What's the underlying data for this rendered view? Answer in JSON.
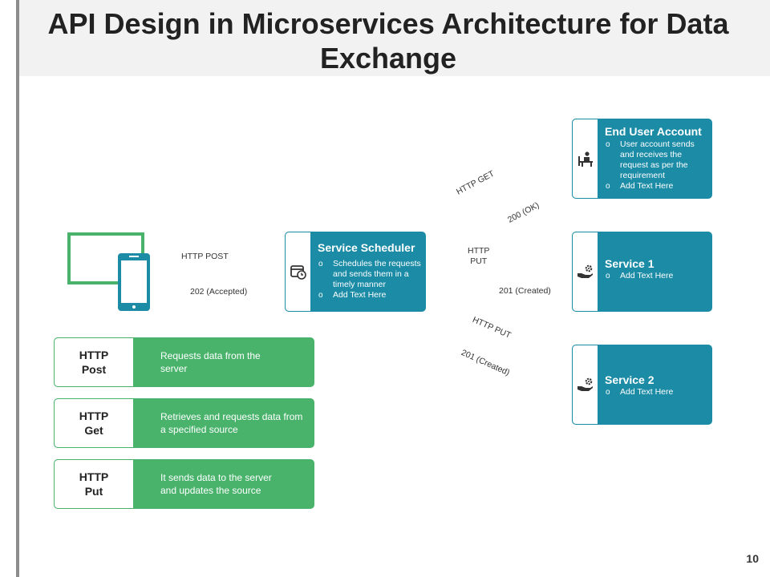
{
  "title": "API Design in Microservices Architecture for Data Exchange",
  "page_number": "10",
  "nodes": {
    "scheduler": {
      "heading": "Service Scheduler",
      "bullets": [
        "Schedules the requests and sends them in a timely manner",
        "Add Text Here"
      ]
    },
    "end_user": {
      "heading": "End User Account",
      "bullets": [
        "User account sends and receives the request as per the requirement",
        "Add Text Here"
      ]
    },
    "service1": {
      "heading": "Service 1",
      "bullets": [
        "Add Text Here"
      ]
    },
    "service2": {
      "heading": "Service 2",
      "bullets": [
        "Add Text Here"
      ]
    }
  },
  "flows": {
    "http_post": "HTTP  POST",
    "accepted": "202 (Accepted)",
    "http_get": "HTTP  GET",
    "ok": "200 (OK)",
    "http_put_mid": "HTTP\nPUT",
    "created_mid": "201 (Created)",
    "http_put_low": "HTTP  PUT",
    "created_low": "201 (Created)"
  },
  "legend": [
    {
      "key": "HTTP\nPost",
      "desc": "Requests data from the server"
    },
    {
      "key": "HTTP\nGet",
      "desc": "Retrieves  and requests data from a specified source"
    },
    {
      "key": "HTTP\nPut",
      "desc": "It sends data to the server and updates the source"
    }
  ],
  "icons": {
    "client": "laptop-and-phone-icon",
    "scheduler": "calendar-clock-icon",
    "end_user": "user-at-desk-icon",
    "service": "hand-gear-icon"
  },
  "colors": {
    "teal": "#1b8ba6",
    "green": "#49b36c",
    "title_band": "#f2f2f2"
  }
}
